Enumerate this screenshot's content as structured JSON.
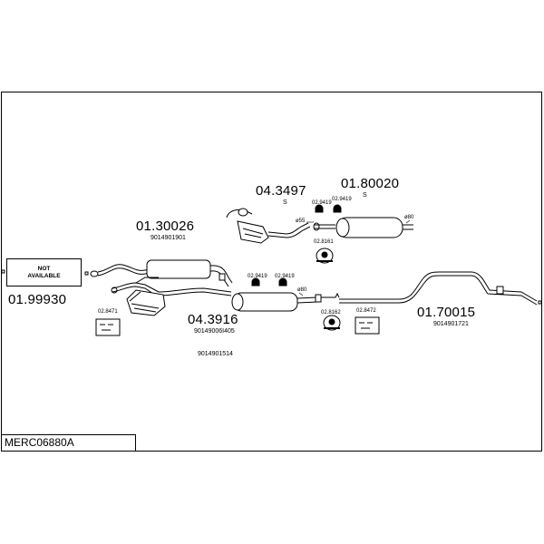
{
  "diagram": {
    "code": "MERC06880A",
    "not_available": [
      "NOT",
      "AVAILABLE"
    ],
    "parts": {
      "p_01_99930": "01.99930",
      "p_01_30026": "01.30026",
      "p_01_30026_ref": "9014901901",
      "p_04_3497": "04.3497",
      "p_04_3497_s": "S",
      "p_01_80020": "01.80020",
      "p_01_80020_s": "S",
      "p_04_3916": "04.3916",
      "p_04_3916_ref1": "90149006I405",
      "p_04_3916_ref2": "9014901514",
      "p_01_70015": "01.70015",
      "p_01_70015_ref": "9014901721"
    },
    "fittings": {
      "f_02_9419_a": "02.9419",
      "f_02_9419_b": "02.9419",
      "f_02_9419_c": "02.9419",
      "f_02_9419_d": "02.9419",
      "f_02_8161": "02.8161",
      "f_02_8162": "02.8162",
      "f_02_8471": "02.8471",
      "f_02_8472": "02.8472",
      "d_55": "ø55",
      "d_80a": "ø80",
      "d_80b": "ø80"
    }
  }
}
